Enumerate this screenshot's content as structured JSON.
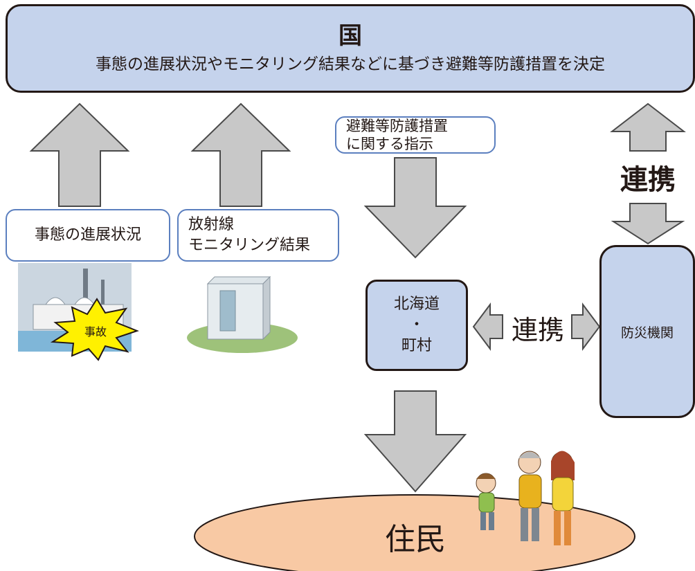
{
  "national": {
    "title": "国",
    "description": "事態の進展状況やモニタリング結果などに基づき避難等防護措置を決定"
  },
  "inputs": {
    "situation": "事態の進展状況",
    "monitoring_line1": "放射線",
    "monitoring_line2": "モニタリング結果"
  },
  "instruction": {
    "line1": "避難等防護措置",
    "line2": "に関する指示"
  },
  "cooperation_right": "連携",
  "cooperation_middle": "連携",
  "local_gov": {
    "line1": "北海道",
    "line2": "・",
    "line3": "町村"
  },
  "disaster_agency": "防災機関",
  "accident_label": "事故",
  "residents": "住民",
  "colors": {
    "box_fill": "#c5d3ec",
    "arrow_fill": "#c8c8c8",
    "ellipse_fill": "#f8c9a4",
    "label_border": "#5b7fbf",
    "accident_star": "#fff100"
  }
}
